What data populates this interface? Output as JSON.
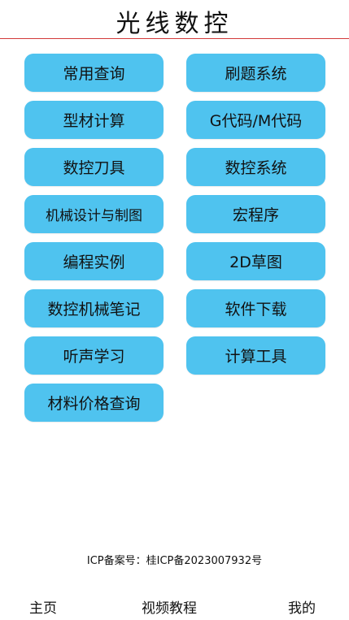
{
  "header": {
    "title": "光线数控"
  },
  "menu": {
    "items": [
      {
        "label": "常用查询"
      },
      {
        "label": "刷题系统"
      },
      {
        "label": "型材计算"
      },
      {
        "label": "G代码/M代码"
      },
      {
        "label": "数控刀具"
      },
      {
        "label": "数控系统"
      },
      {
        "label": "机械设计与制图"
      },
      {
        "label": "宏程序"
      },
      {
        "label": "编程实例"
      },
      {
        "label": "2D草图"
      },
      {
        "label": "数控机械笔记"
      },
      {
        "label": "软件下载"
      },
      {
        "label": "听声学习"
      },
      {
        "label": "计算工具"
      },
      {
        "label": "材料价格查询"
      }
    ]
  },
  "footer": {
    "icp": "ICP备案号：桂ICP备2023007932号"
  },
  "bottom_nav": {
    "home": "主页",
    "video": "视频教程",
    "mine": "我的"
  },
  "colors": {
    "button": "#4fc3ef",
    "header_line": "#d23a3a"
  }
}
